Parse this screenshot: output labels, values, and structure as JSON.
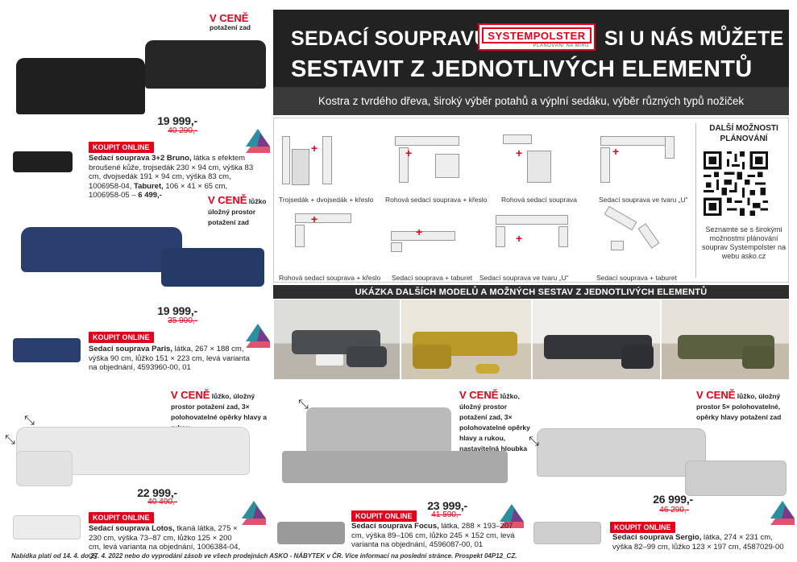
{
  "banner": {
    "line1_left": "SEDACÍ SOUPRAVU",
    "line1_right": "SI U NÁS MŮŽETE",
    "line2": "SESTAVIT Z JEDNOTLIVÝCH ELEMENTŮ",
    "logo_text": "SYSTEMPOLSTER",
    "logo_sub": "PLÁNOVÁNÍ NA MÍRU",
    "subtitle": "Kostra z tvrdého dřeva, široký výběr potahů a výplní sedáku, výběr různých typů nožiček"
  },
  "schema": {
    "labels": [
      "Trojsedák + dvojsedák + křeslo",
      "Rohová sedací souprava + křeslo",
      "Rohová sedací souprava",
      "Sedací souprava ve tvaru „U“",
      "Rohová sedací souprava + křeslo",
      "Sedací souprava + taburet",
      "Sedací souprava ve tvaru „U“",
      "Sedací souprava + taburet"
    ],
    "more_title": "DALŠÍ MOŽNOSTI PLÁNOVÁNÍ",
    "more_text": "Seznamte se s širokými možnostmi plánování souprav Systempolster na webu asko.cz"
  },
  "models_bar": "UKÁZKA DALŠÍCH MODELŮ A MOŽNÝCH SESTAV Z JEDNOTLIVÝCH ELEMENTŮ",
  "products": [
    {
      "inprice_label": "V CENĚ",
      "inprice_text": "potažení zad",
      "price": "19 999,-",
      "old_price": "40 290,-",
      "buy": "KOUPIT ONLINE",
      "name": "Sedací souprava 3+2 Bruno,",
      "desc": " látka s efektem broušené kůže, trojsedák 230 × 94 cm, výška 83 cm, dvojsedák 191 × 94 cm, výška 83 cm, 1006958-04,",
      "name2": "Taburet,",
      "desc2": " 106 × 41 × 65 cm, 1006958-05 –",
      "price2": " 6 499,-"
    },
    {
      "inprice_label": "V CENĚ",
      "inprice_text": " lůžko úložný prostor potažení zad",
      "price": "19 999,-",
      "old_price": "35 990,-",
      "buy": "KOUPIT ONLINE",
      "name": "Sedací souprava Paris,",
      "desc": " látka, 267 × 188 cm, výška 90 cm, lůžko 151 × 223 cm, levá varianta na objednání, 4593960-00, 01"
    },
    {
      "inprice_label": "V CENĚ",
      "inprice_text": " lůžko, úložný prostor potažení zad, 3× polohovatelné opěrky hlavy a rukou",
      "price": "22 999,-",
      "old_price": "40 490,-",
      "buy": "KOUPIT ONLINE",
      "name": "Sedací souprava Lotos,",
      "desc": " tkaná látka, 275 × 230 cm, výška 73–87 cm, lůžko 125 × 200 cm, levá varianta na objednání, 1006384-04, 05"
    },
    {
      "inprice_label": "V CENĚ",
      "inprice_text": " lůžko, úložný prostor potažení zad, 3× polohovatelné opěrky hlavy a rukou, nastavitelná hloubka sedu",
      "price": "23 999,-",
      "old_price": "41 590,-",
      "buy": "KOUPIT ONLINE",
      "name": "Sedací souprava Focus,",
      "desc": " látka, 288 × 193–207 cm, výška 89–106 cm, lůžko 245 × 152 cm, levá varianta na objednání, 4596087-00, 01"
    },
    {
      "inprice_label": "V CENĚ",
      "inprice_text": " lůžko, úložný prostor 5× polohovatelné, opěrky hlavy potažení zad",
      "price": "26 999,-",
      "old_price": "46 290,-",
      "buy": "KOUPIT ONLINE",
      "name": "Sedací souprava Sergio,",
      "desc": " látka, 274 × 231 cm, výška 82–99 cm, lůžko 123 × 197 cm, 4587029-00"
    }
  ],
  "footer": "Nabídka platí od 14. 4. do 27. 4. 2022 nebo do vyprodání zásob ve všech prodejnách ASKO - NÁBYTEK v ČR. Více informací na poslední stránce. Prospekt 04P12_CZ.",
  "colors": {
    "accent": "#e2001a",
    "banner": "#222222"
  }
}
